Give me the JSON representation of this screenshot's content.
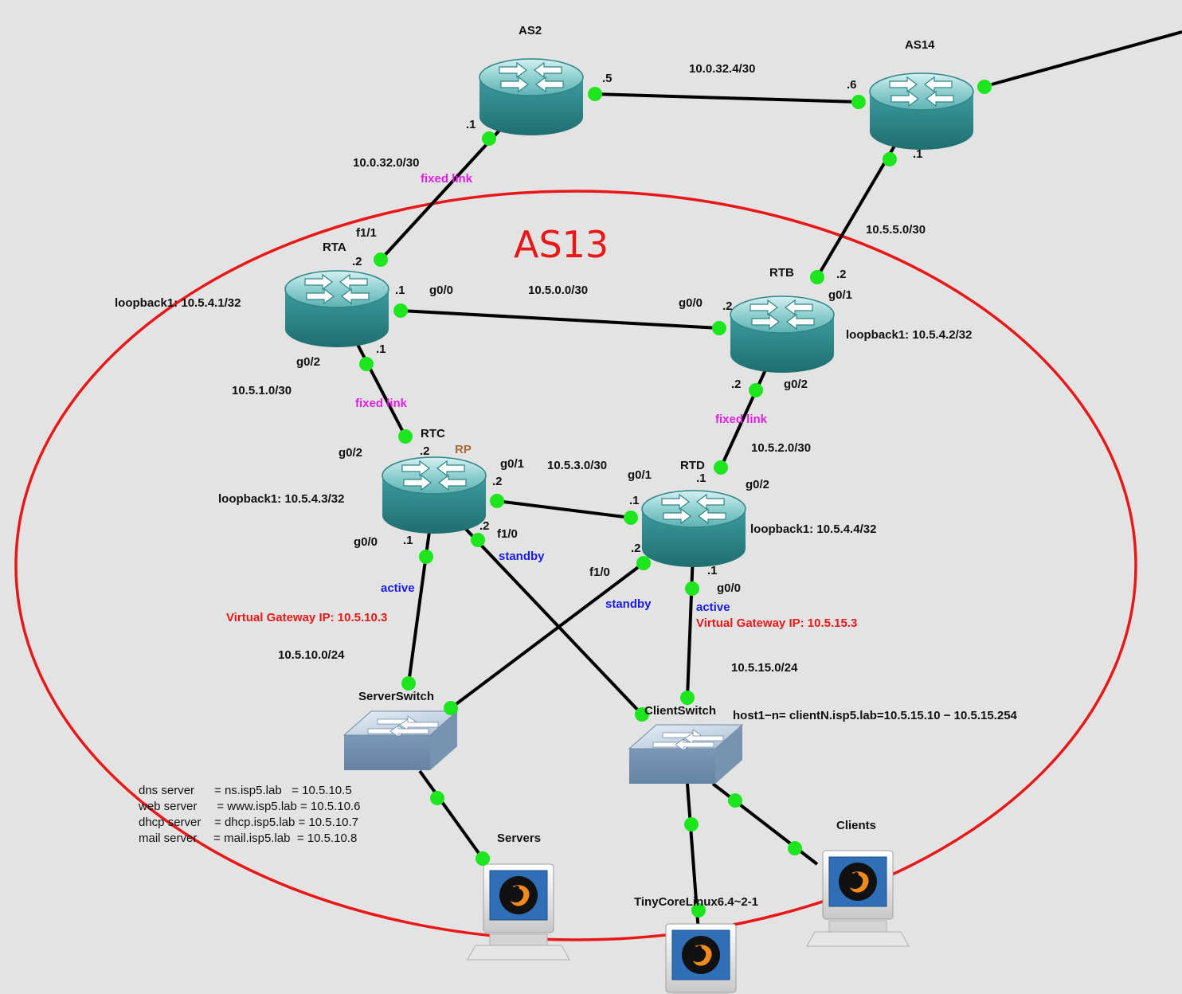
{
  "as_title": "AS13",
  "devices": {
    "as2": "AS2",
    "as14": "AS14",
    "rta": "RTA",
    "rtb": "RTB",
    "rtc": "RTC",
    "rtd": "RTD",
    "server_switch": "ServerSwitch",
    "client_switch": "ClientSwitch",
    "servers": "Servers",
    "clients": "Clients",
    "tinycore": "TinyCoreLinux6.4~2-1"
  },
  "links": {
    "as2_as14": "10.0.32.4/30",
    "as2_rta": "10.0.32.0/30",
    "as14_rtb": "10.5.5.0/30",
    "rta_rtb": "10.5.0.0/30",
    "rta_rtc": "10.5.1.0/30",
    "rtb_rtd": "10.5.2.0/30",
    "rtc_rtd": "10.5.3.0/30",
    "server_net": "10.5.10.0/24",
    "client_net": "10.5.15.0/24"
  },
  "fixed_link": "fixed link",
  "ports": {
    "as2_p5": ".5",
    "as2_p1": ".1",
    "as14_p6": ".6",
    "as14_p1": ".1",
    "rta_f11": "f1/1",
    "rta_p2": ".2",
    "rta_p1a": ".1",
    "rta_g00": "g0/0",
    "rta_p1b": ".1",
    "rta_g02": "g0/2",
    "rtb_p2a": ".2",
    "rtb_g01": "g0/1",
    "rtb_g00": "g0/0",
    "rtb_p2b": ".2",
    "rtb_p2c": ".2",
    "rtb_g02": "g0/2",
    "rtc_p2a": ".2",
    "rtc_g02": "g0/2",
    "rtc_g01": "g0/1",
    "rtc_p2b": ".2",
    "rtc_g00": "g0/0",
    "rtc_p1": ".1",
    "rtc_p2c": ".2",
    "rtc_f10": "f1/0",
    "rtd_p1a": ".1",
    "rtd_g02": "g0/2",
    "rtd_g01": "g0/1",
    "rtd_p1b": ".1",
    "rtd_p2": ".2",
    "rtd_f10": "f1/0",
    "rtd_p1c": ".1",
    "rtd_g00": "g0/0"
  },
  "loopbacks": {
    "rta": "loopback1: 10.5.4.1/32",
    "rtb": "loopback1: 10.5.4.2/32",
    "rtc": "loopback1: 10.5.4.3/32",
    "rtd": "loopback1: 10.5.4.4/32"
  },
  "rp": "RP",
  "hsrp": {
    "active": "active",
    "standby": "standby",
    "vgw_server": "Virtual Gateway IP: 10.5.10.3",
    "vgw_client": "Virtual Gateway IP: 10.5.15.3"
  },
  "hosts_note": "host1−n= clientN.isp5.lab=10.5.15.10 − 10.5.15.254",
  "servers_list": [
    "dns server      = ns.isp5.lab   = 10.5.10.5",
    "web server      = www.isp5.lab = 10.5.10.6",
    "dhcp server    = dhcp.isp5.lab = 10.5.10.7",
    "mail server     = mail.isp5.lab  = 10.5.10.8"
  ],
  "colors": {
    "background": "#e3e3e3",
    "router_body": "#3e9a9c",
    "port": "#1ee61e",
    "as_boundary": "#e81818",
    "fixed_link": "#e020e0",
    "hsrp_state": "#1a1ae6"
  }
}
